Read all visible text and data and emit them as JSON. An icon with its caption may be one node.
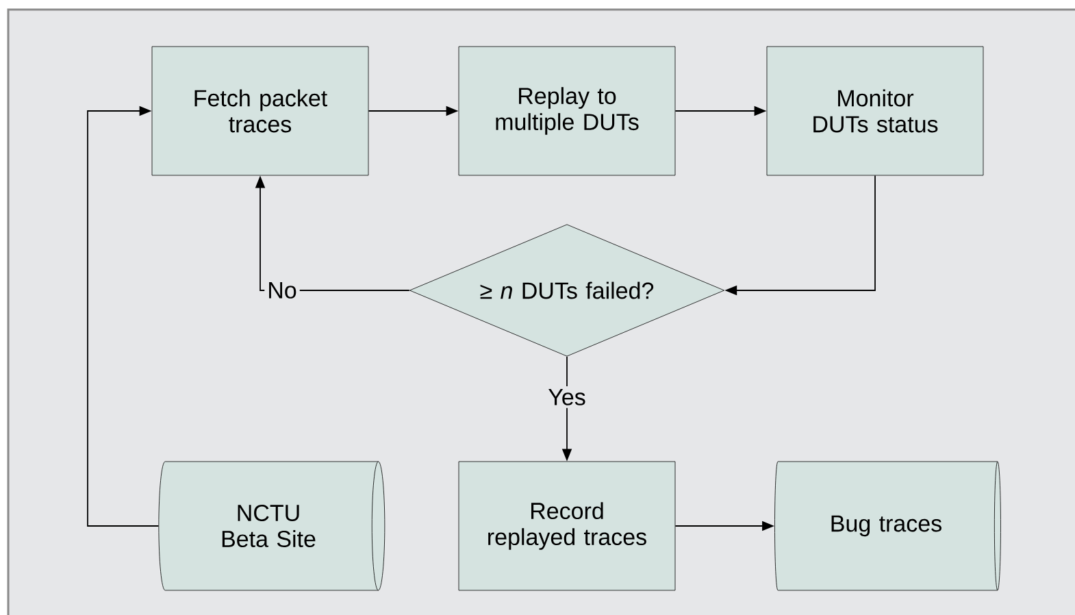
{
  "diagram": {
    "nodes": [
      {
        "text": [
          "Fetch packet traces"
        ]
      },
      {
        "text": [
          "Replay to multiple DUTs"
        ]
      },
      {
        "text": [
          "Monitor DUTs status"
        ]
      },
      {
        "text": [
          "≥ *n* DUTs failed?"
        ]
      },
      {
        "text": [
          "NCTU Beta Site"
        ]
      },
      {
        "text": [
          "Record replayed traces"
        ]
      },
      {
        "text": [
          "Bug traces"
        ]
      }
    ],
    "edges": [
      {
        "from": 0,
        "to": 1,
        "arrow": "to"
      },
      {
        "from": 1,
        "to": 2,
        "arrow": "to"
      },
      {
        "from": 2,
        "to": 3,
        "arrow": "to"
      },
      {
        "from": 3,
        "to": 0,
        "arrow": "to",
        "label": "No"
      },
      {
        "from": 3,
        "to": 5,
        "arrow": "to",
        "label": "Yes"
      },
      {
        "from": 4,
        "to": 0,
        "arrow": "to"
      },
      {
        "from": 5,
        "to": 6,
        "arrow": "to"
      }
    ]
  }
}
